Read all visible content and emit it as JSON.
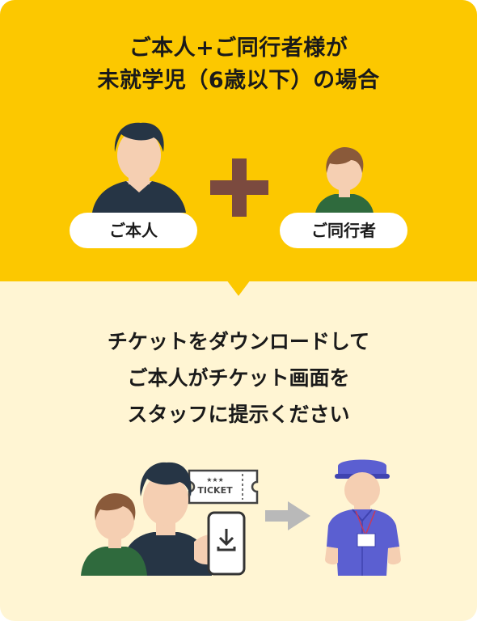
{
  "header": {
    "title_line1": "ご本人+ご同行者様が",
    "title_line2": "未就学児（6歳以下）の場合"
  },
  "labels": {
    "self": "ご本人",
    "companion": "ご同行者"
  },
  "message": {
    "line1": "チケットをダウンロードして",
    "line2": "ご本人がチケット画面を",
    "line3": "スタッフに提示ください"
  },
  "ticket": {
    "text": "TICKET",
    "stars": "★★★"
  },
  "icons": {
    "adult": "adult-person-icon",
    "child": "child-person-icon",
    "plus": "plus-icon",
    "ticket": "ticket-icon",
    "phone": "smartphone-download-icon",
    "arrow": "arrow-right-icon",
    "staff": "staff-person-icon"
  },
  "colors": {
    "top_background": "#fcc800",
    "bottom_background": "#fff5d3",
    "plus": "#7b4a3f",
    "staff_uniform": "#5b5fd1"
  }
}
